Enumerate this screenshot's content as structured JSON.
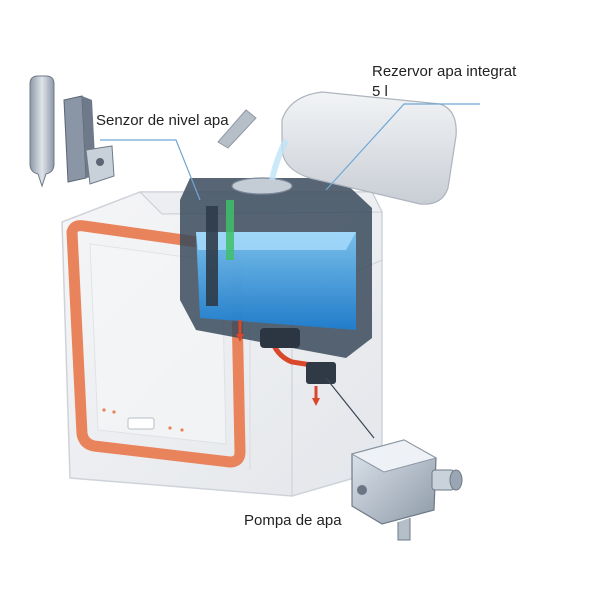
{
  "labels": {
    "sensor": "Senzor de nivel apa",
    "reservoir_line1": "Rezervor apa integrat",
    "reservoir_line2": "5 l",
    "pump": "Pompa de apa"
  },
  "colors": {
    "accent_orange": "#e9835b",
    "water_blue": "#3fa6e6",
    "pipe_red": "#d9482b",
    "leader_blue": "#6fa7d6",
    "body_gray": "#d9dde3"
  },
  "icons": {
    "sensor": "water-level-sensor-icon",
    "reservoir": "water-jug-icon",
    "pump": "water-pump-icon",
    "appliance": "dishwasher-icon"
  }
}
